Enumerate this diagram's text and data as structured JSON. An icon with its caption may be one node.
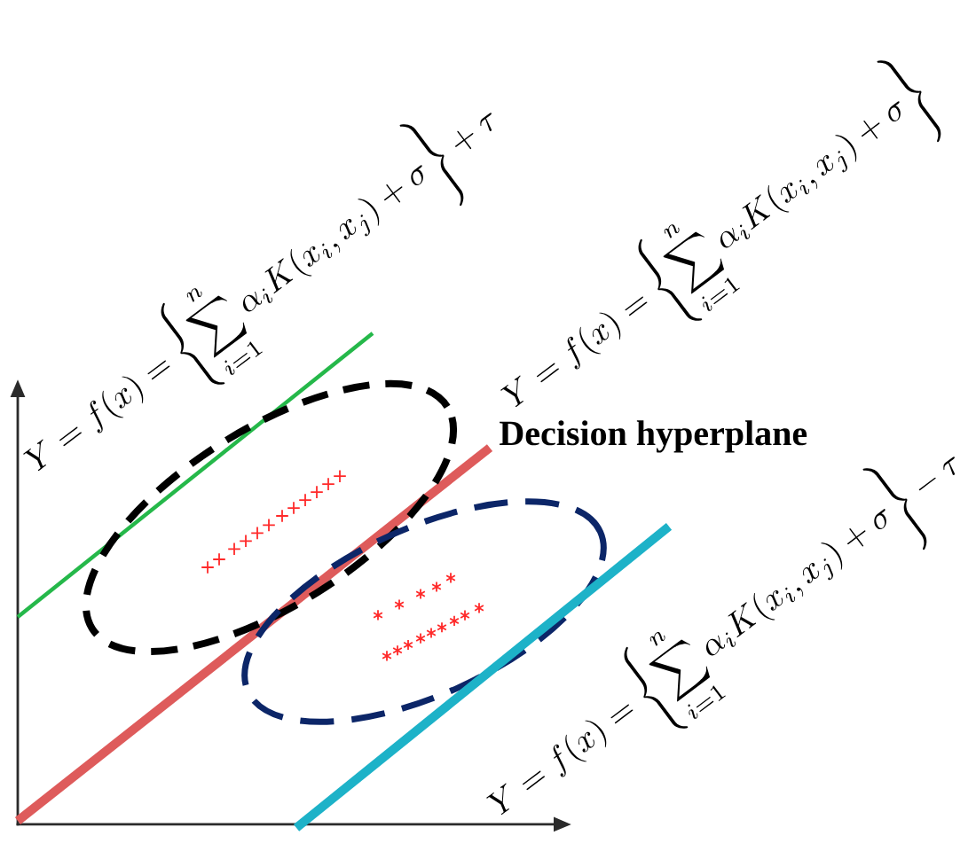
{
  "diagram": {
    "labels": [
      "Y=f(x)=\\left\\{\\sum_{i=1}^{n}\\alpha_i K(x_i,x_j)+\\sigma\\right\\}+\\tau",
      "Y=f(x)=\\left\\{\\sum_{i=1}^{n}\\alpha_i K(x_i,x_j)+\\sigma\\right\\}",
      "Decision hyperplane",
      "Y=f(x)=\\left\\{\\sum_{i=1}^{n}\\alpha_i K(x_i,x_j)+\\sigma\\right\\}-\\tau"
    ]
  }
}
